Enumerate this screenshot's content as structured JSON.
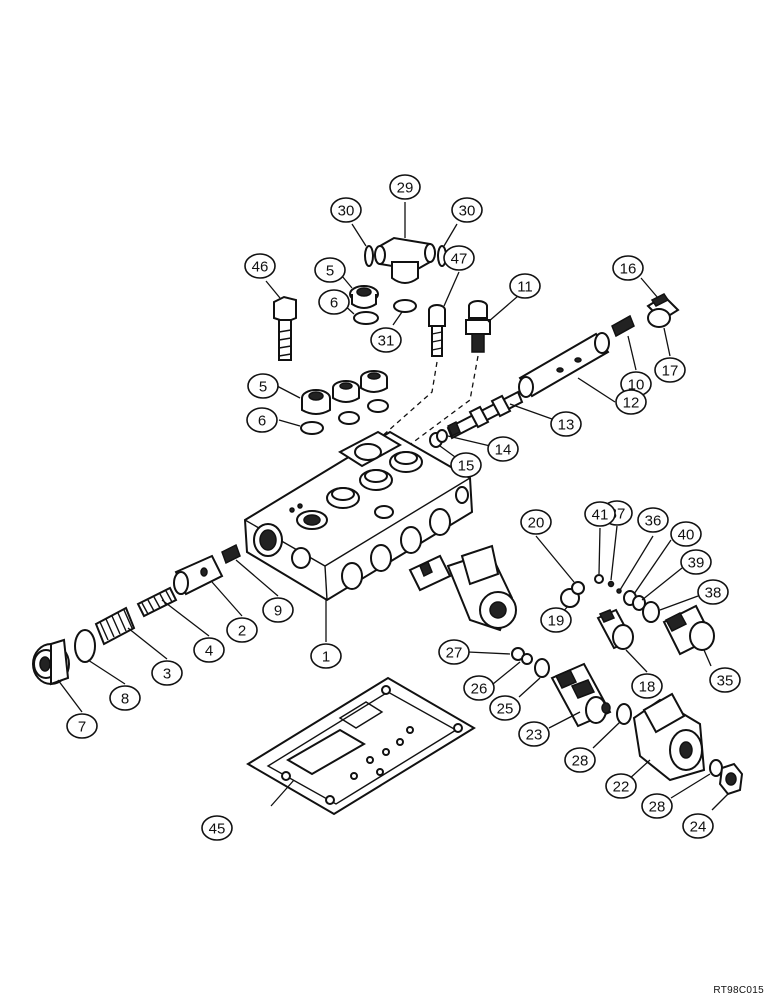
{
  "diagram": {
    "type": "exploded-parts-view",
    "callouts": [
      "1",
      "2",
      "3",
      "4",
      "5",
      "5",
      "6",
      "6",
      "7",
      "8",
      "9",
      "10",
      "11",
      "12",
      "13",
      "14",
      "15",
      "16",
      "17",
      "18",
      "19",
      "20",
      "22",
      "23",
      "24",
      "25",
      "26",
      "27",
      "28",
      "28",
      "29",
      "30",
      "30",
      "31",
      "35",
      "36",
      "37",
      "38",
      "39",
      "40",
      "41",
      "45",
      "46",
      "47"
    ]
  },
  "document_code": "RT98C015"
}
